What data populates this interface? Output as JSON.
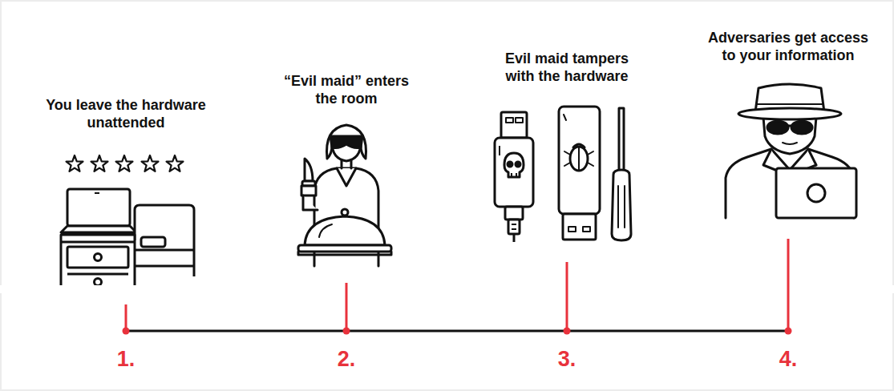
{
  "diagram": {
    "labels": [
      "You leave the hardware unattended",
      "“Evil maid” enters the room",
      "Evil maid tampers with the hardware",
      "Adversaries get access to your information",
      "1.",
      "2.",
      "3.",
      "4."
    ]
  }
}
